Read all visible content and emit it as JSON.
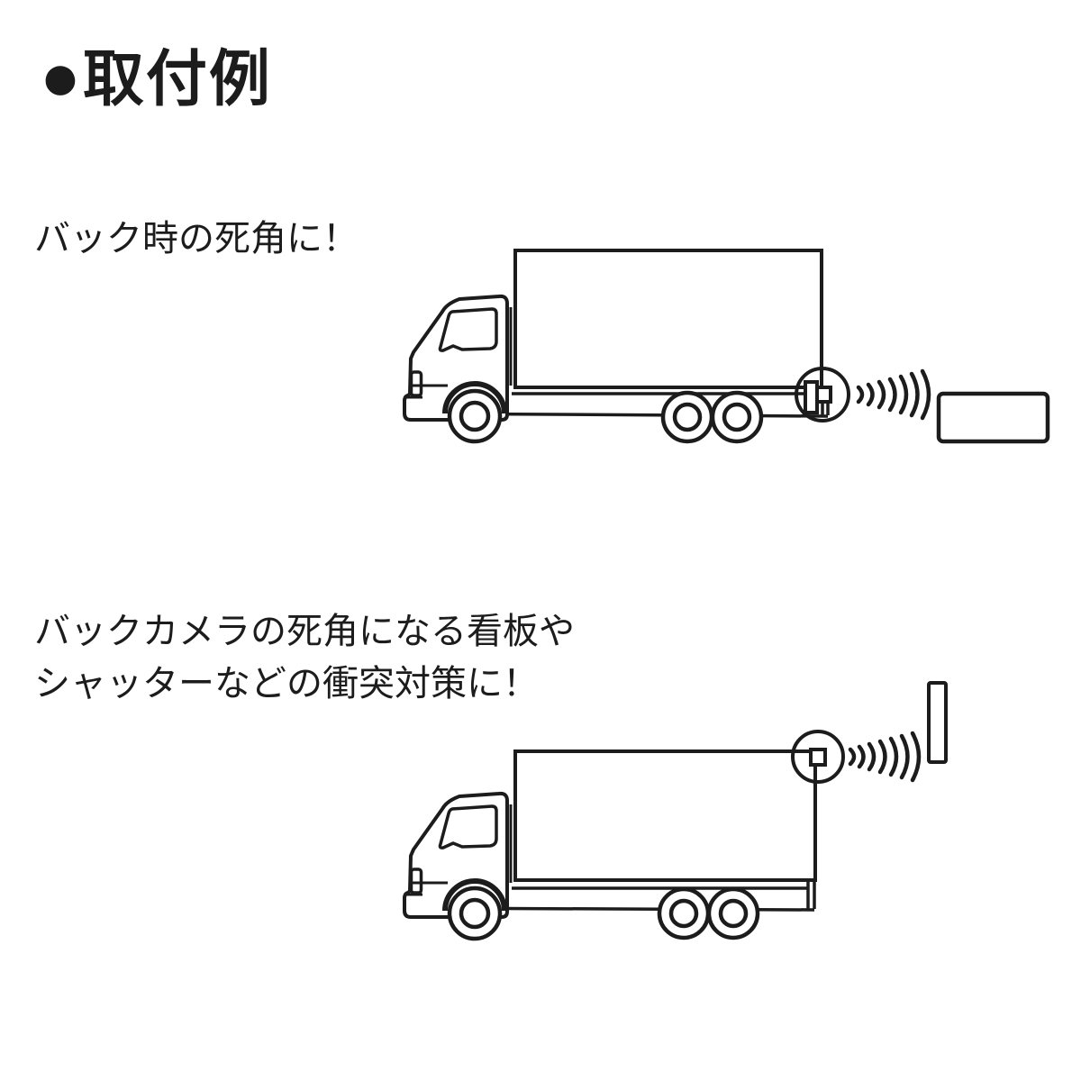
{
  "colors": {
    "background": "#ffffff",
    "ink": "#1c1c1c"
  },
  "header": {
    "bullet_icon": "●",
    "title": "取付例"
  },
  "sections": {
    "back_blind_spot": {
      "caption": "バック時の死角に！"
    },
    "camera_blind_spot": {
      "caption_line1": "バックカメラの死角になる看板や",
      "caption_line2": "シャッターなどの衝突対策に！"
    }
  }
}
